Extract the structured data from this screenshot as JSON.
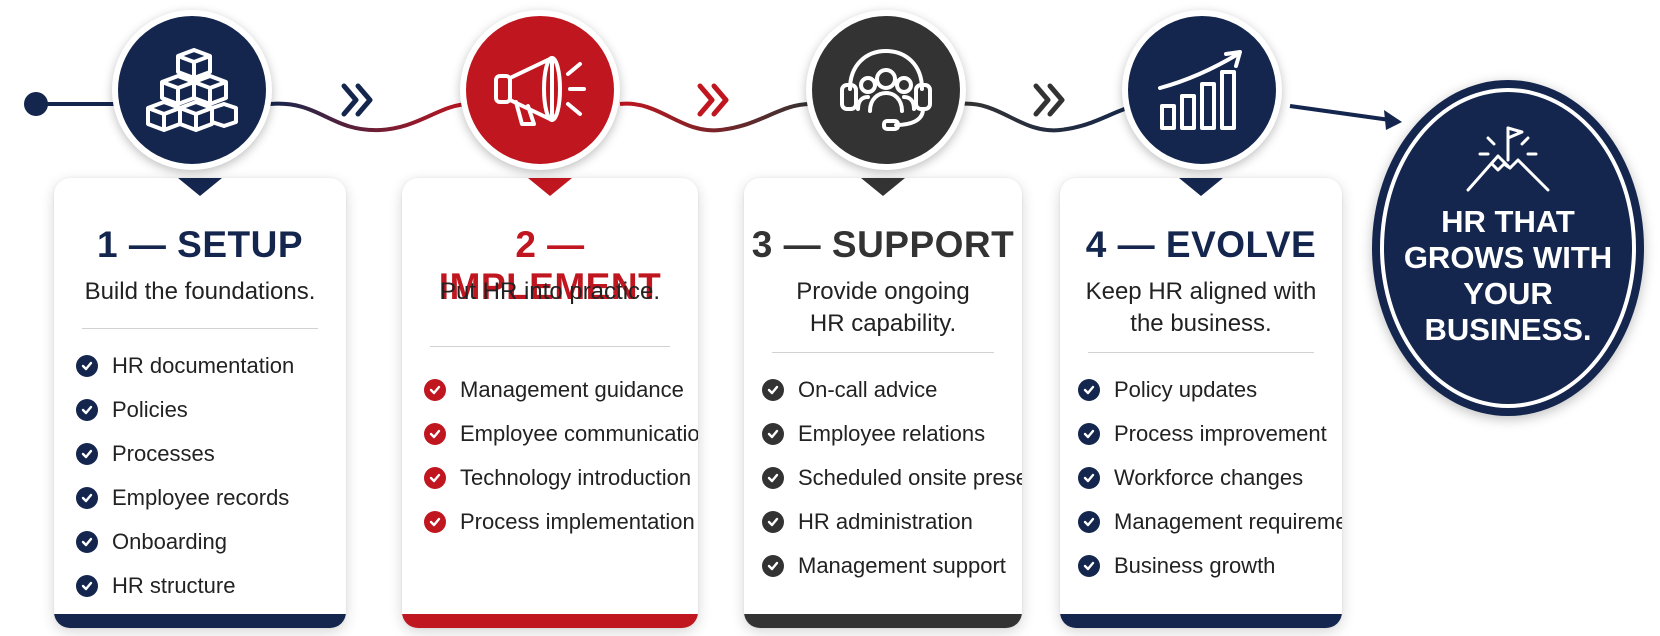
{
  "steps": [
    {
      "title": "1 — SETUP",
      "subtitle": "Build the foundations.",
      "items": [
        "HR documentation",
        "Policies",
        "Processes",
        "Employee records",
        "Onboarding",
        "HR structure"
      ],
      "color": "#14264d",
      "icon": "stacked-boxes-icon"
    },
    {
      "title": "2 — IMPLEMENT",
      "subtitle": "Put HR into practice.",
      "items": [
        "Management guidance",
        "Employee communication",
        "Technology introduction",
        "Process implementation"
      ],
      "color": "#c0161f",
      "icon": "megaphone-icon"
    },
    {
      "title": "3 — SUPPORT",
      "subtitle": "Provide ongoing HR capability.",
      "subtitle_lines": [
        "Provide ongoing",
        "HR capability."
      ],
      "items": [
        "On-call advice",
        "Employee relations",
        "Scheduled onsite presence",
        "HR administration",
        "Management support"
      ],
      "color": "#333333",
      "icon": "headset-team-icon"
    },
    {
      "title": "4 — EVOLVE",
      "subtitle": "Keep HR aligned with the business.",
      "subtitle_lines": [
        "Keep HR aligned with",
        "the business."
      ],
      "items": [
        "Policy updates",
        "Process improvement",
        "Workforce changes",
        "Management requirements",
        "Business growth"
      ],
      "color": "#14264d",
      "icon": "growth-chart-icon"
    }
  ],
  "final": {
    "lines": [
      "HR THAT",
      "GROWS WITH",
      "YOUR",
      "BUSINESS."
    ],
    "color": "#14264d",
    "icon": "mountain-flag-icon"
  },
  "colors": {
    "navy": "#14264d",
    "red": "#c0161f",
    "charcoal": "#333333"
  }
}
